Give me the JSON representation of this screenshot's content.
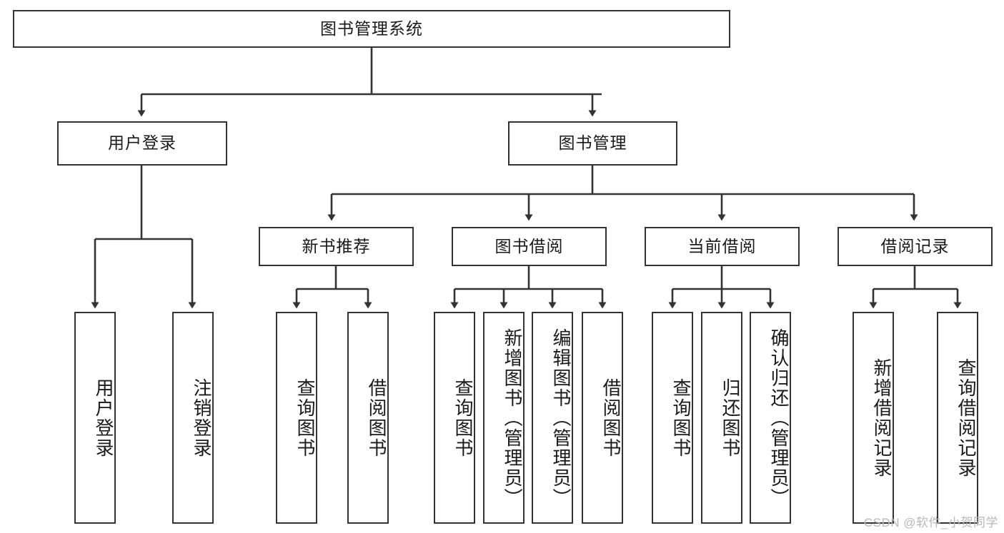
{
  "diagram": {
    "title": "图书管理系统",
    "root": {
      "label": "图书管理系统"
    },
    "level2": [
      {
        "label": "用户登录"
      },
      {
        "label": "图书管理"
      }
    ],
    "level3": [
      {
        "label": "新书推荐"
      },
      {
        "label": "图书借阅"
      },
      {
        "label": "当前借阅"
      },
      {
        "label": "借阅记录"
      }
    ],
    "leaves": [
      {
        "label": "用户登录"
      },
      {
        "label": "注销登录"
      },
      {
        "label": "查询图书"
      },
      {
        "label": "借阅图书"
      },
      {
        "label": "查询图书"
      },
      {
        "label": "新增图书（管理员）"
      },
      {
        "label": "编辑图书（管理员）"
      },
      {
        "label": "借阅图书"
      },
      {
        "label": "查询图书"
      },
      {
        "label": "归还图书"
      },
      {
        "label": "确认归还（管理员）"
      },
      {
        "label": "新增借阅记录"
      },
      {
        "label": "查询借阅记录"
      }
    ]
  },
  "watermark": {
    "text": "CSDN @软件_小贺同学"
  },
  "colors": {
    "stroke": "#333333",
    "background": "#ffffff",
    "text": "#1a1a1a",
    "watermark": "#b8b8b8"
  }
}
